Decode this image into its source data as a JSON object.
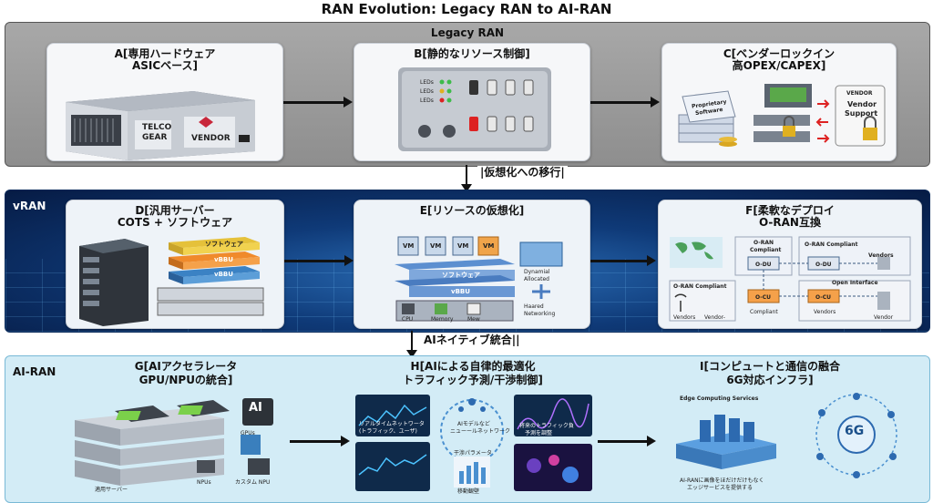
{
  "title": "RAN Evolution: Legacy RAN to AI-RAN",
  "legacy": {
    "label": "Legacy RAN",
    "a": {
      "title_1": "A[専用ハードウェア",
      "title_2": "ASICベース]",
      "telco": "TELCO",
      "gear": "GEAR",
      "vendor": "VENDOR"
    },
    "b": {
      "title": "B[静的なリソース制御]",
      "leds": [
        "LEDs",
        "LEDs",
        "LEDs"
      ]
    },
    "c": {
      "title_1": "C[ベンダーロックイン",
      "title_2": "高OPEX/CAPEX]",
      "proprietary": "Proprietary",
      "software": "Software",
      "vendor": "VENDOR",
      "support_1": "Vendor",
      "support_2": "Support"
    }
  },
  "transition_1": "|仮想化への移行|",
  "vran": {
    "label": "vRAN",
    "d": {
      "title_1": "D[汎用サーバー",
      "title_2": "COTS + ソフトウェア",
      "layers": [
        "ソフトウェア",
        "vBBU",
        "vBBU"
      ]
    },
    "e": {
      "title": "E[リソースの仮想化]",
      "vms": [
        "VM",
        "VM",
        "VM",
        "VM"
      ],
      "software": "ソフトウェア",
      "vbbu": "vBBU",
      "cpu": "CPU",
      "memory": "Memory",
      "mew": "Mew",
      "dynamic_1": "Dynamial",
      "dynamic_2": "Allocated",
      "shared_1": "Haared",
      "shared_2": "Networking"
    },
    "f": {
      "title_1": "F[柔軟なデプロイ",
      "title_2": "O-RAN互換",
      "compliant_1": "O-RAN",
      "compliant_2": "Compliant",
      "odu": "O-DU",
      "oran_compliant": "O-RAN Compliant",
      "vendors": "Vendors",
      "open_interface": "Open Interface",
      "ocu": "O-CU",
      "vendor_dash": "Vendor-",
      "compliant": "Compliant",
      "vendor": "Vendor"
    }
  },
  "transition_2": "AIネイティブ統合||",
  "ai": {
    "label": "AI-RAN",
    "g": {
      "title_1": "G[AIアクセラレータ",
      "title_2": "GPU/NPUの統合]",
      "ai_chip": "AI",
      "gpus": "GPUs",
      "server": "適用サーバー",
      "npus": "NPUs",
      "custom": "カスタム NPU"
    },
    "h": {
      "title_1": "H[AIによる自律的最適化",
      "title_2": "トラフィック予測/干渉制御]",
      "realtime_1": "リアルタイムネットワータ",
      "realtime_2": "(トラフィック、ユーザ)",
      "model_1": "AIモデルなど",
      "model_2": "ニューールネットワーク",
      "future_1": "将来のトラフィック負",
      "future_2": "予測を調整",
      "interference_1": "干渉パラメータ",
      "interference_2": "移動観壁"
    },
    "i": {
      "title": "I[コンピュートと通信の融合",
      "title_2": "6G対応インフラ]",
      "edge": "Edge Computing Services",
      "six_g": "6G",
      "caption_1": "AI-RANに画像をほだけだけもなく",
      "caption_2": "エッジサービスを提供する"
    }
  }
}
